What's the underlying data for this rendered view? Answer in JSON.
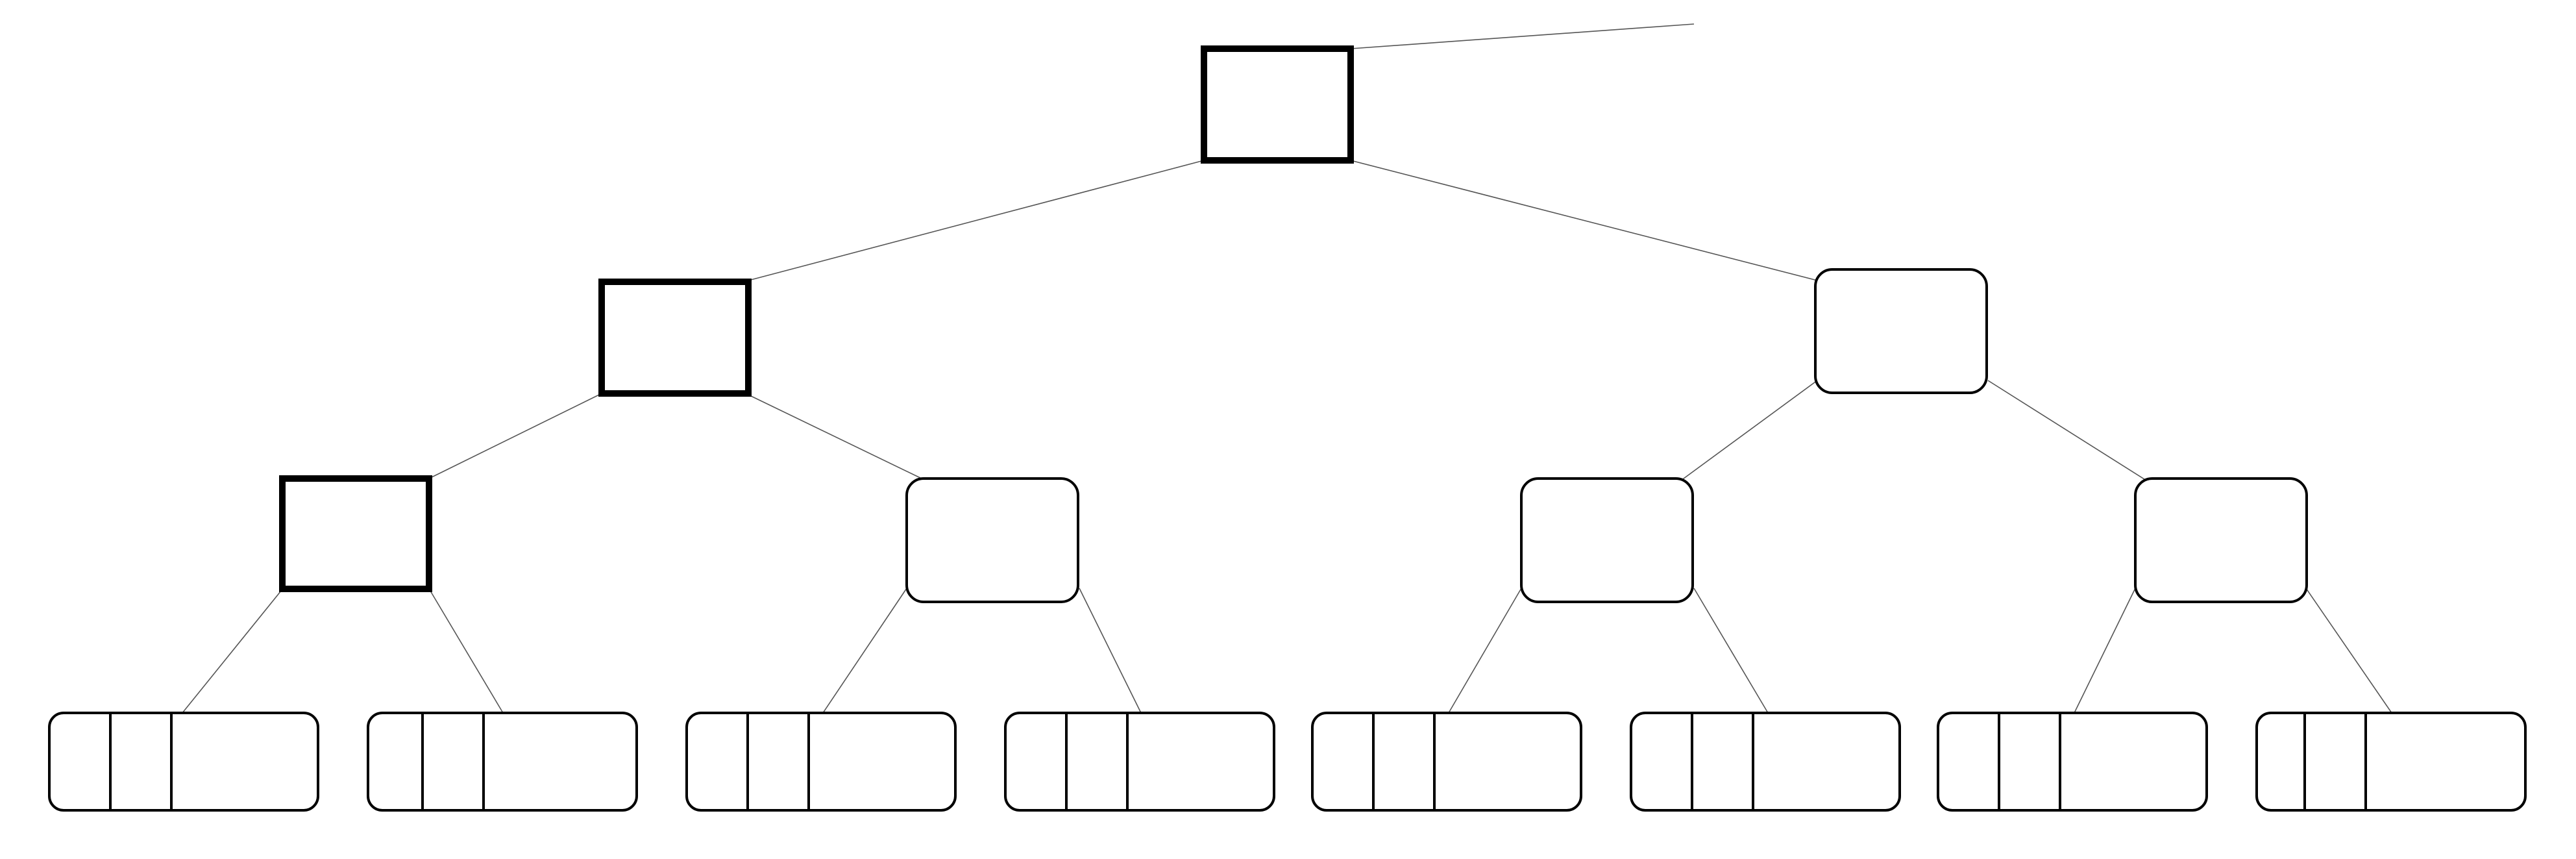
{
  "diagram": {
    "type": "binary-tree",
    "colors": {
      "stroke": "#000000",
      "edge": "#555555",
      "background": "#ffffff"
    },
    "root": {
      "id": "n0",
      "style": "highlighted-square",
      "children": [
        {
          "id": "n1",
          "style": "highlighted-square",
          "children": [
            {
              "id": "n3",
              "style": "highlighted-square",
              "children": [
                {
                  "id": "l0",
                  "style": "leaf-3-cell"
                },
                {
                  "id": "l1",
                  "style": "leaf-3-cell"
                }
              ]
            },
            {
              "id": "n4",
              "style": "rounded",
              "children": [
                {
                  "id": "l2",
                  "style": "leaf-3-cell"
                },
                {
                  "id": "l3",
                  "style": "leaf-3-cell"
                }
              ]
            }
          ]
        },
        {
          "id": "n2",
          "style": "rounded",
          "children": [
            {
              "id": "n5",
              "style": "rounded",
              "children": [
                {
                  "id": "l4",
                  "style": "leaf-3-cell"
                },
                {
                  "id": "l5",
                  "style": "leaf-3-cell"
                }
              ]
            },
            {
              "id": "n6",
              "style": "rounded",
              "children": [
                {
                  "id": "l6",
                  "style": "leaf-3-cell"
                },
                {
                  "id": "l7",
                  "style": "leaf-3-cell"
                }
              ]
            }
          ]
        }
      ]
    },
    "root_pointer": true
  }
}
